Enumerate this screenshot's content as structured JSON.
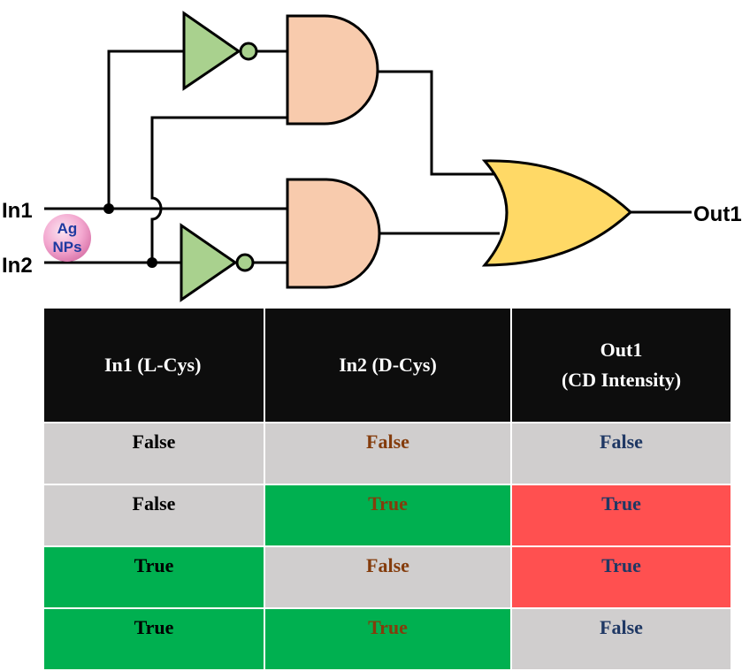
{
  "circuit": {
    "input1_label": "In1",
    "input2_label": "In2",
    "output_label": "Out1",
    "nanoparticle_line1": "Ag",
    "nanoparticle_line2": "NPs"
  },
  "colors": {
    "not_gate": "#a9d18e",
    "and_gate": "#f8cbad",
    "or_gate": "#ffd966",
    "true_input": "#00b050",
    "false_cell": "#d0cece",
    "true_output": "#ff5050",
    "in1_text": "#000000",
    "in2_text": "#843c0c",
    "out_text": "#1f3864"
  },
  "table": {
    "headers": {
      "in1": "In1 (L-Cys)",
      "in2": "In2 (D-Cys)",
      "out_line1": "Out1",
      "out_line2": "(CD Intensity)"
    },
    "rows": [
      {
        "in1": "False",
        "in2": "False",
        "out": "False"
      },
      {
        "in1": "False",
        "in2": "True",
        "out": "True"
      },
      {
        "in1": "True",
        "in2": "False",
        "out": "True"
      },
      {
        "in1": "True",
        "in2": "True",
        "out": "False"
      }
    ]
  }
}
